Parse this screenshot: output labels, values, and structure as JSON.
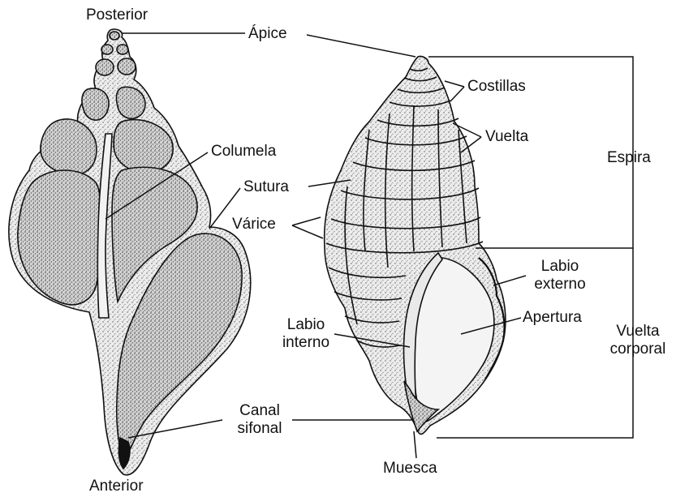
{
  "labels": {
    "posterior": "Posterior",
    "anterior": "Anterior",
    "apice": "Ápice",
    "costillas": "Costillas",
    "vuelta": "Vuelta",
    "espira": "Espira",
    "columela": "Columela",
    "sutura": "Sutura",
    "varice": "Várice",
    "labio_externo_1": "Labio",
    "labio_externo_2": "externo",
    "apertura": "Apertura",
    "labio_interno_1": "Labio",
    "labio_interno_2": "interno",
    "vuelta_corporal_1": "Vuelta",
    "vuelta_corporal_2": "corporal",
    "canal_sifonal_1": "Canal",
    "canal_sifonal_2": "sifonal",
    "muesca": "Muesca"
  },
  "colors": {
    "ink": "#111111",
    "shell_fill": "#e4e4e4",
    "chamber_fill": "#cfcfcf",
    "background": "#ffffff"
  }
}
